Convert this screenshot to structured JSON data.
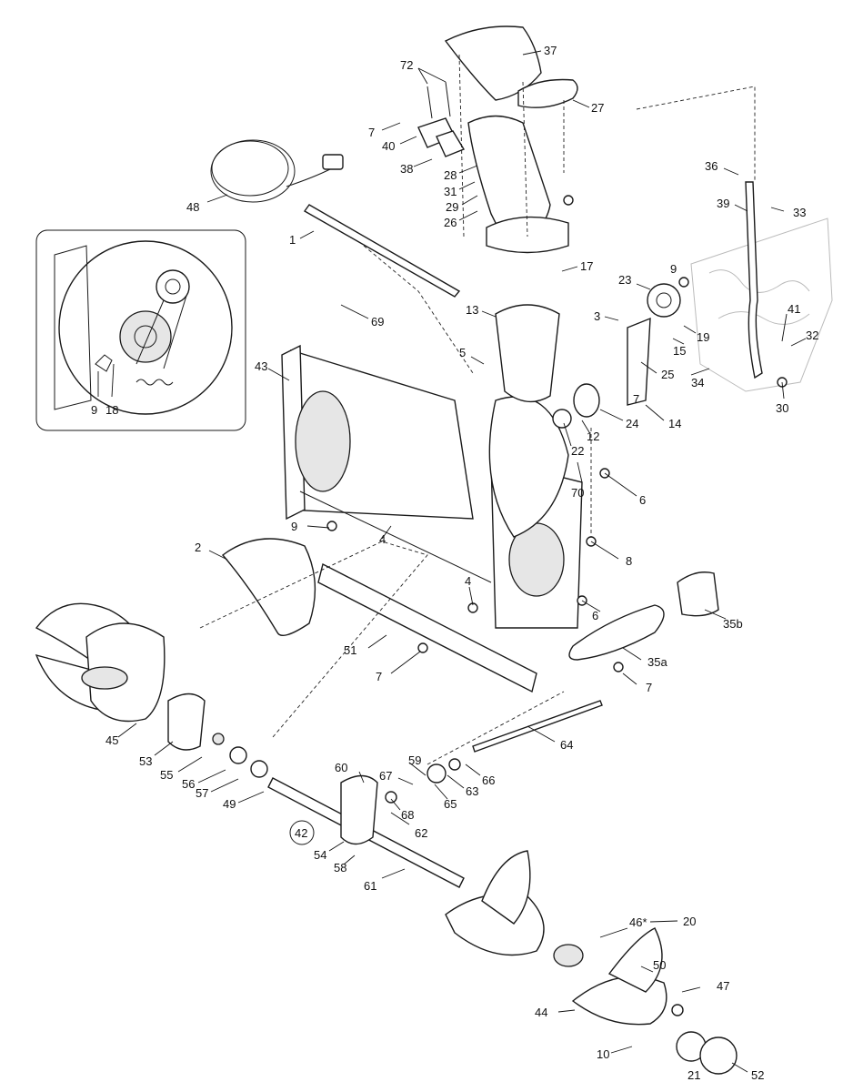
{
  "colors": {
    "line": "#1a1a1a",
    "fill": "#ffffff",
    "shade": "#e6e6e6",
    "background_sketch": "#bbbbbb"
  },
  "labels": [
    "72",
    "37",
    "27",
    "7",
    "40",
    "38",
    "28",
    "31",
    "29",
    "26",
    "36",
    "39",
    "33",
    "48",
    "1",
    "17",
    "23",
    "9",
    "41",
    "32",
    "69",
    "13",
    "3",
    "19",
    "15",
    "5",
    "43",
    "25",
    "34",
    "30",
    "24",
    "14",
    "12",
    "22",
    "70",
    "6",
    "8",
    "9",
    "4",
    "2",
    "4",
    "6",
    "35b",
    "51",
    "7",
    "35a",
    "7",
    "64",
    "45",
    "53",
    "55",
    "56",
    "57",
    "49",
    "60",
    "59",
    "67",
    "66",
    "63",
    "65",
    "68",
    "62",
    "42",
    "54",
    "58",
    "61",
    "20",
    "46*",
    "50",
    "47",
    "44",
    "10",
    "21",
    "52",
    "9",
    "18"
  ]
}
